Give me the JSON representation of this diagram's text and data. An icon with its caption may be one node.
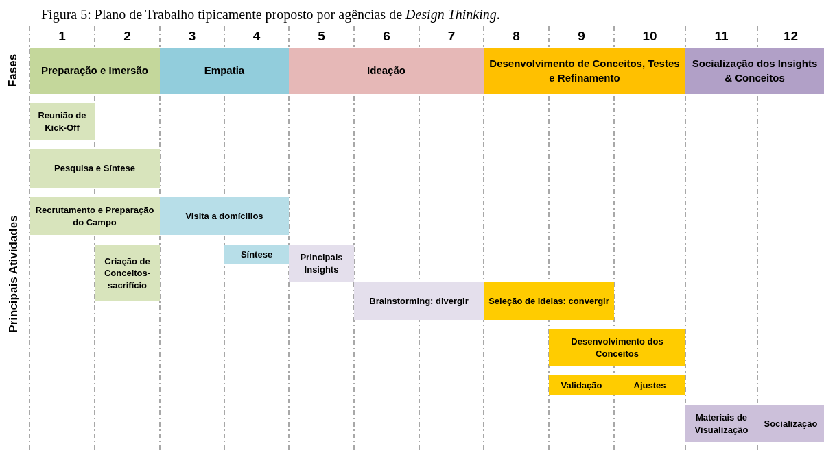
{
  "diagram": {
    "title": "Figura 5: Plano de Trabalho tipicamente proposto por agências de *Design Thinking*.",
    "nodes": [
      {
        "text": [
          "Preparação e Imersão"
        ]
      },
      {
        "text": [
          "Empatia"
        ]
      },
      {
        "text": [
          "Ideação"
        ]
      },
      {
        "text": [
          "Desenvolvimento de Conceitos, Testes e Refinamento"
        ]
      },
      {
        "text": [
          "Socialização dos Insights & Conceitos"
        ]
      },
      {
        "text": [
          "Reunião de Kick-Off"
        ]
      },
      {
        "text": [
          "Pesquisa e Síntese"
        ]
      },
      {
        "text": [
          "Recrutamento e Preparação do Campo"
        ]
      },
      {
        "text": [
          "Visita a domícilios"
        ]
      },
      {
        "text": [
          "Criação de Conceitos-sacrifício"
        ]
      },
      {
        "text": [
          "Síntese"
        ]
      },
      {
        "text": [
          "Principais Insights"
        ]
      },
      {
        "text": [
          "Brainstorming: divergir"
        ]
      },
      {
        "text": [
          "Seleção de ideias: convergir"
        ]
      },
      {
        "text": [
          "Desenvolvimento dos Conceitos"
        ]
      },
      {
        "text": [
          "Validação"
        ]
      },
      {
        "text": [
          "Ajustes"
        ]
      },
      {
        "text": [
          "Materiais de Visualização"
        ]
      },
      {
        "text": [
          "Socialização"
        ]
      }
    ],
    "labels": [
      "1",
      "2",
      "3",
      "4",
      "5",
      "6",
      "7",
      "8",
      "9",
      "10",
      "11",
      "12",
      "Fases",
      "Principais Atividades"
    ]
  }
}
